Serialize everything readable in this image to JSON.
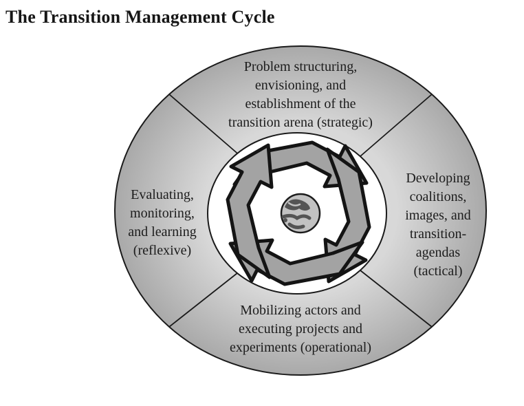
{
  "title": "The Transition Management Cycle",
  "diagram": {
    "type": "cycle",
    "flow_direction": "clockwise",
    "center_icon": "recycle-arrows-globe",
    "segments": [
      {
        "id": "strategic",
        "position": "top",
        "text": "Problem structuring,\nenvisioning, and\nestablishment of the\ntransition arena (strategic)"
      },
      {
        "id": "tactical",
        "position": "right",
        "text": "Developing\ncoalitions,\nimages, and\ntransition-\nagendas\n(tactical)"
      },
      {
        "id": "operational",
        "position": "bottom",
        "text": "Mobilizing actors and\nexecuting projects and\nexperiments (operational)"
      },
      {
        "id": "reflexive",
        "position": "left",
        "text": "Evaluating,\nmonitoring,\nand learning\n(reflexive)"
      }
    ],
    "colors": {
      "ring_inner": "#d8d8d8",
      "ring_outer": "#a9a9a9",
      "outline": "#1a1a1a",
      "inner_circle": "#ffffff",
      "arrow_fill": "#a3a3a3",
      "globe_fill": "#c2c2c2",
      "globe_land": "#545454"
    }
  }
}
